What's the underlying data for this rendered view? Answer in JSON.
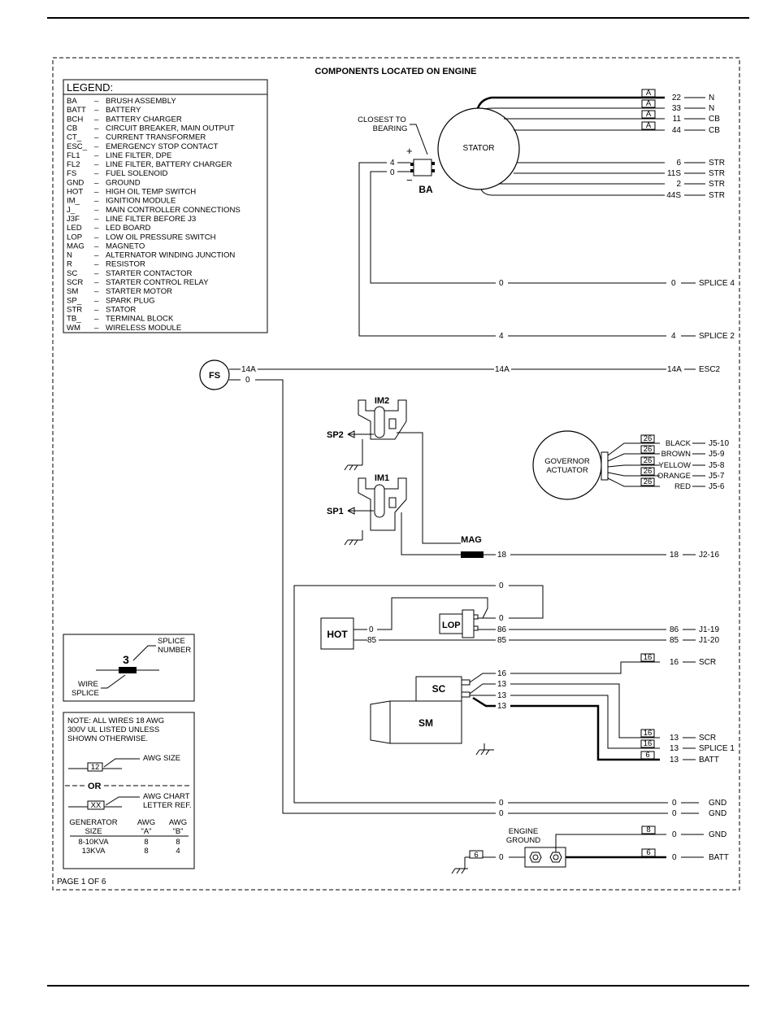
{
  "title": "COMPONENTS LOCATED ON ENGINE",
  "page": "PAGE 1 OF 6",
  "legend": {
    "header": "LEGEND:",
    "items": [
      {
        "code": "BA",
        "desc": "BRUSH ASSEMBLY"
      },
      {
        "code": "BATT",
        "desc": "BATTERY"
      },
      {
        "code": "BCH",
        "desc": "BATTERY CHARGER"
      },
      {
        "code": "CB",
        "desc": "CIRCUIT BREAKER, MAIN OUTPUT"
      },
      {
        "code": "CT_",
        "desc": "CURRENT TRANSFORMER"
      },
      {
        "code": "ESC_",
        "desc": "EMERGENCY STOP CONTACT"
      },
      {
        "code": "FL1",
        "desc": "LINE FILTER, DPE"
      },
      {
        "code": "FL2",
        "desc": "LINE FILTER, BATTERY CHARGER"
      },
      {
        "code": "FS",
        "desc": "FUEL SOLENOID"
      },
      {
        "code": "GND",
        "desc": "GROUND"
      },
      {
        "code": "HOT",
        "desc": "HIGH OIL TEMP SWITCH"
      },
      {
        "code": "IM_",
        "desc": "IGNITION MODULE"
      },
      {
        "code": "J_",
        "desc": "MAIN CONTROLLER CONNECTIONS"
      },
      {
        "code": "J3F",
        "desc": "LINE FILTER BEFORE J3"
      },
      {
        "code": "LED",
        "desc": "LED BOARD"
      },
      {
        "code": "LOP",
        "desc": "LOW OIL PRESSURE SWITCH"
      },
      {
        "code": "MAG",
        "desc": "MAGNETO"
      },
      {
        "code": "N",
        "desc": "ALTERNATOR WINDING JUNCTION"
      },
      {
        "code": "R",
        "desc": "RESISTOR"
      },
      {
        "code": "SC",
        "desc": "STARTER CONTACTOR"
      },
      {
        "code": "SCR",
        "desc": "STARTER CONTROL RELAY"
      },
      {
        "code": "SM",
        "desc": "STARTER MOTOR"
      },
      {
        "code": "SP_",
        "desc": "SPARK PLUG"
      },
      {
        "code": "STR",
        "desc": "STATOR"
      },
      {
        "code": "TB_",
        "desc": "TERMINAL BLOCK"
      },
      {
        "code": "WM",
        "desc": "WIRELESS MODULE"
      }
    ]
  },
  "splice_box": {
    "number": "3",
    "label1": "SPLICE",
    "label2": "NUMBER",
    "wire1": "WIRE",
    "wire2": "SPLICE"
  },
  "note_box": {
    "lines": [
      "NOTE: ALL WIRES 18 AWG",
      "300V UL LISTED UNLESS",
      "SHOWN OTHERWISE."
    ],
    "awg_box": "12",
    "awg_label": "AWG SIZE",
    "or": "OR",
    "chart_box": "XX",
    "chart_label1": "AWG CHART",
    "chart_label2": "LETTER REF.",
    "table_headers": [
      "GENERATOR",
      "AWG",
      "AWG"
    ],
    "table_sub": [
      "SIZE",
      "\"A\"",
      "\"B\""
    ],
    "rows": [
      [
        "8-10KVA",
        "8",
        "8"
      ],
      [
        "13KVA",
        "8",
        "4"
      ]
    ]
  },
  "components": {
    "stator": "STATOR",
    "ba": "BA",
    "closest1": "CLOSEST TO",
    "closest2": "BEARING",
    "fs": "FS",
    "im2": "IM2",
    "im1": "IM1",
    "sp2": "SP2",
    "sp1": "SP1",
    "mag": "MAG",
    "gov1": "GOVERNOR",
    "gov2": "ACTUATOR",
    "hot": "HOT",
    "lop": "LOP",
    "sc": "SC",
    "sm": "SM",
    "eg1": "ENGINE",
    "eg2": "GROUND",
    "plus": "+",
    "minus": "−"
  },
  "stator_wires": [
    {
      "tag": "A",
      "num": "22",
      "dest": "N"
    },
    {
      "tag": "A",
      "num": "33",
      "dest": "N"
    },
    {
      "tag": "A",
      "num": "11",
      "dest": "CB"
    },
    {
      "tag": "A",
      "num": "44",
      "dest": "CB"
    },
    {
      "num": "6",
      "dest": "STR"
    },
    {
      "num": "11S",
      "dest": "STR"
    },
    {
      "num": "2",
      "dest": "STR"
    },
    {
      "num": "44S",
      "dest": "STR"
    }
  ],
  "ba_wires": [
    {
      "num": "4"
    },
    {
      "num": "0"
    }
  ],
  "splice_rows": [
    {
      "mid": "0",
      "num": "0",
      "dest": "SPLICE 4"
    },
    {
      "mid": "4",
      "num": "4",
      "dest": "SPLICE 2"
    }
  ],
  "fs_row": {
    "left": "14A",
    "mid": "14A",
    "num": "14A",
    "dest": "ESC2",
    "zero": "0"
  },
  "gov_wires": [
    {
      "tag": "26",
      "color": "BLACK",
      "dest": "J5-10"
    },
    {
      "tag": "26",
      "color": "BROWN",
      "dest": "J5-9"
    },
    {
      "tag": "26",
      "color": "YELLOW",
      "dest": "J5-8"
    },
    {
      "tag": "26",
      "color": "ORANGE",
      "dest": "J5-7"
    },
    {
      "tag": "26",
      "color": "RED",
      "dest": "J5-6"
    }
  ],
  "mag_row": {
    "left": "18",
    "num": "18",
    "dest": "J2-16"
  },
  "hot_lop": {
    "top0": "0",
    "lop0": "0",
    "hot0": "0",
    "w86a": "86",
    "w86b": "86",
    "d86": "J1-19",
    "w85a": "85",
    "w85b": "85",
    "w85c": "85",
    "d85": "J1-20"
  },
  "sc_rows": [
    {
      "left": "16",
      "tag": "16",
      "num": "16",
      "dest": "SCR"
    },
    {
      "left": "13",
      "tag": "16",
      "num": "13",
      "dest": "SCR"
    },
    {
      "left": "13",
      "tag": "16",
      "num": "13",
      "dest": "SPLICE 1"
    },
    {
      "left": "13",
      "tag": "6",
      "num": "13",
      "dest": "BATT"
    }
  ],
  "gnd_rows": [
    {
      "mid": "0",
      "num": "0",
      "dest": "GND"
    },
    {
      "mid": "0",
      "num": "0",
      "dest": "GND"
    }
  ],
  "eg_rows": [
    {
      "tag": "8",
      "num": "0",
      "dest": "GND"
    },
    {
      "tag": "6",
      "num": "0",
      "dest": "BATT"
    }
  ],
  "eg_left": {
    "tag": "6",
    "num": "0"
  }
}
